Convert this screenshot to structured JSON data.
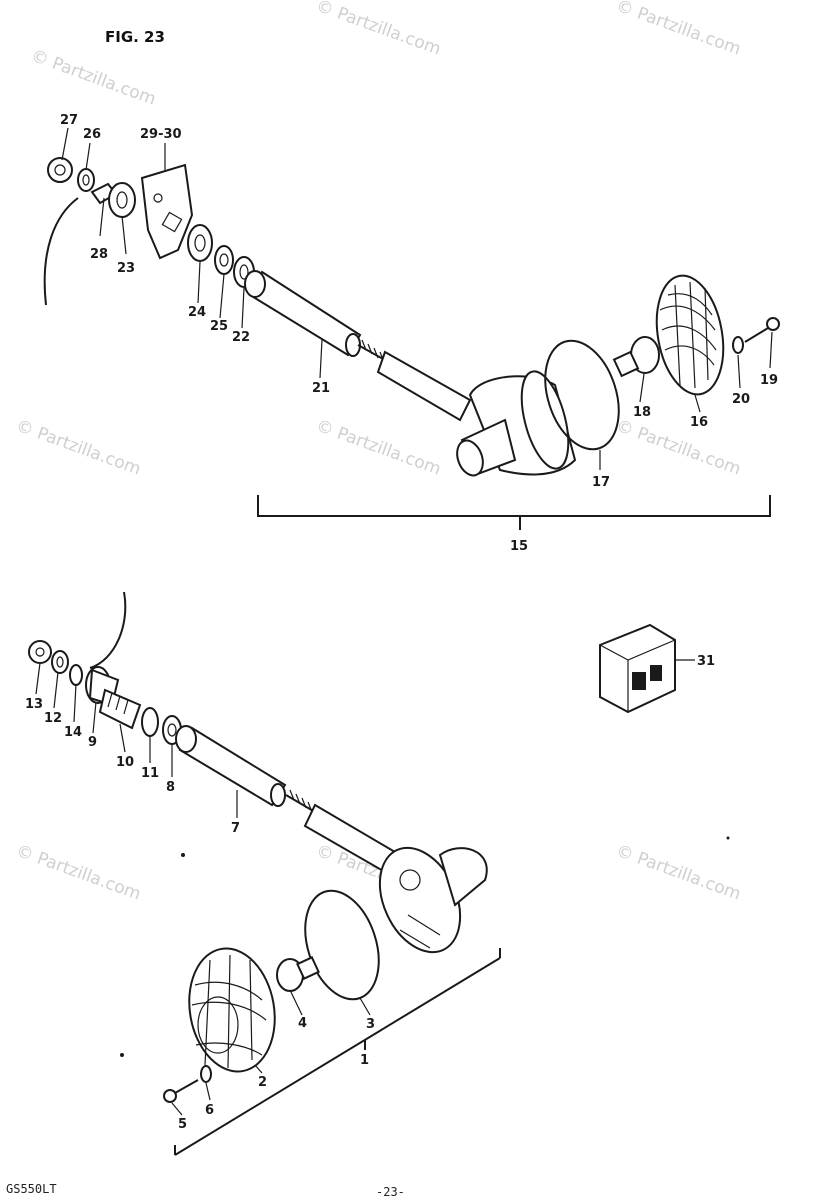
{
  "figure_title": "FIG. 23",
  "watermark": "© Partzilla.com",
  "footer": {
    "model": "GS550LT",
    "page": "-23-"
  },
  "callouts": {
    "c1": "1",
    "c2": "2",
    "c3": "3",
    "c4": "4",
    "c5": "5",
    "c6": "6",
    "c7": "7",
    "c8": "8",
    "c9": "9",
    "c10": "10",
    "c11": "11",
    "c12": "12",
    "c13": "13",
    "c14": "14",
    "c15": "15",
    "c16": "16",
    "c17": "17",
    "c18": "18",
    "c19": "19",
    "c20": "20",
    "c21": "21",
    "c22": "22",
    "c23": "23",
    "c24": "24",
    "c25": "25",
    "c26": "26",
    "c27": "27",
    "c28": "28",
    "c2930": "29-30",
    "c31": "31"
  }
}
